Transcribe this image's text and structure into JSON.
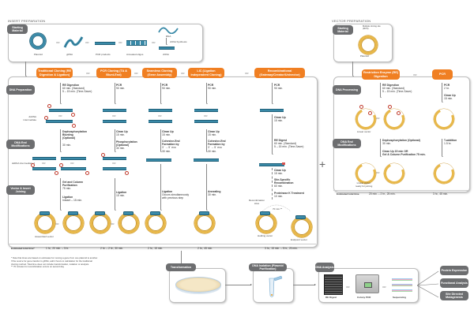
{
  "sections": {
    "insert_preparation": "INSERT PREPARATION",
    "vector_preparation": "VECTOR PREPARATION"
  },
  "or": "OR",
  "starting_material": {
    "tag": "Starting Material",
    "items": [
      "Plasmid",
      "gDNA",
      "PCR products",
      "Annealed oligos",
      "cDNA"
    ],
    "rna_label": "RNA",
    "cdna_synthesis": "cDNA Synthesis"
  },
  "stage_tags": {
    "dna_preparation": "DNA Preparation",
    "dna_end_modifications": "DNA End Modifications",
    "vector_insert_joining": "Vector & Insert Joining"
  },
  "intermediate_labels": {
    "dsdna_intermediate": "dsDNA intermediate",
    "dsdna_intermediate_2": "dsDNA intermediate 2"
  },
  "methods": [
    {
      "name": "Traditional Cloning (RE Digestion & Ligation)",
      "prep": [
        "RE Digestion",
        "60 min. (Standard)",
        "5 – 15 min. (Time-Saver)"
      ],
      "mod": [
        "Dephosphorylation",
        "Blunting",
        "(Optional)",
        "30 min."
      ],
      "join1": [
        "Gel and Column",
        "Purification",
        "75 min."
      ],
      "join2": [
        "Ligation",
        "Instant – 15 min."
      ],
      "product": "Assembled vector",
      "total": "1 hr., 20 min. – 3 hr."
    },
    {
      "name": "PCR Cloning (TA & Blunt-End)",
      "prep": [
        "PCR",
        "90 min."
      ],
      "mod": [
        "Clean Up",
        "15 min.",
        "Phosphorylation",
        "(Optional)",
        "30 min."
      ],
      "join1": [
        "Ligation",
        "15 min."
      ],
      "total": "2 hr. – 2 hr., 30 min."
    },
    {
      "name": "Seamless Cloning (Gene Assembly)",
      "prep": [
        "PCR",
        "90 min."
      ],
      "mod": [
        "Clean Up",
        "15 min.",
        "Cohesive-End",
        "Formation by",
        "3´ → 5´ exo",
        "30 min."
      ],
      "join1": [
        "Ligation",
        "Occurs simultaneously",
        "with previous step"
      ],
      "total": "2 hr., 15 min."
    },
    {
      "name": "LIC (Ligation Independent Cloning)",
      "prep": [
        "PCR",
        "90 min."
      ],
      "mod": [
        "Clean Up",
        "15 min.",
        "Cohesive-End",
        "Formation by",
        "3´ → 5´ exo",
        "30 min."
      ],
      "join1": [
        "Annealing",
        "30 min."
      ],
      "total": "2 hr., 45 min."
    },
    {
      "name": "Recombinational (Gateway/Creator/Univector)",
      "prep": [
        "PCR",
        "90 min."
      ],
      "step2": [
        "Clean Up",
        "15 min."
      ],
      "step3": [
        "RE Digest",
        "60 min. (Standard)",
        "5 – 15 min. (Time-Saver)"
      ],
      "step4": [
        "Clean Up",
        "15 min."
      ],
      "step5": [
        "Site-Specific",
        "Recombination",
        "60 min."
      ],
      "step6": [
        "Proteinase K Treatment",
        "10 min."
      ],
      "recombination_sites": "Recombination sites",
      "second_day": "70 min.**",
      "holding_vector": "Holding vector",
      "endpoint_vector": "Endpoint vector",
      "total": "3 hr., 15 min. – 5 hr., 20 min."
    }
  ],
  "estimated_total_label": "Estimated total time*",
  "footnotes": [
    "* Note that times are based on estimates for moving a gene from one plasmid to another.",
    "  If the source for gene transfer is gDNA, add 2 hours to calculation for the traditional",
    "  cloning method. Total time does not include transformation, isolation or analysis.",
    "** 70 minutes for recombination occurs on second day"
  ],
  "vector": {
    "starting_tag": "Starting Material",
    "mcs_label": "Multiple cloning site (MCS)",
    "plasmid": "Plasmid",
    "processing_tag": "DNA Processing",
    "mod_tag": "DNA End Modifications",
    "methods": [
      {
        "name": "Restriction Enzyme (RE) Digestion",
        "prep": [
          "RE Digestion",
          "60 min. (Standard)",
          "5 – 15 min. (Time-Saver)"
        ],
        "linear_vector": "Linear vector",
        "mod1": [
          "Dephosphorylation (Optional)",
          "30 min."
        ],
        "mod2": [
          "Clean Up 15 min OR",
          "Gel & Column Purification 75 min."
        ],
        "ready": [
          "Linear vector,",
          "ready for joining"
        ],
        "total": "20 min. – 2 hr., 25 min."
      },
      {
        "name": "PCR",
        "prep": [
          "PCR",
          "2 hr."
        ],
        "clean": [
          "Clean Up",
          "15 min."
        ],
        "mod": [
          "T-addition",
          "1.5 hr."
        ],
        "total": "3 hr., 45 min."
      }
    ],
    "estimated_total_label": "Estimated total time"
  },
  "downstream": {
    "transformation": "Transformation",
    "dna_isolation": "DNA Isolation (Plasmid Purification)",
    "dna_analysis": "DNA Analysis",
    "analysis_items": [
      "RE Digest",
      "Colony PCR",
      "Sequencing"
    ],
    "outcomes": [
      "Protein Expression",
      "Functional Analysis",
      "Site Directed Mutagenesis"
    ]
  }
}
